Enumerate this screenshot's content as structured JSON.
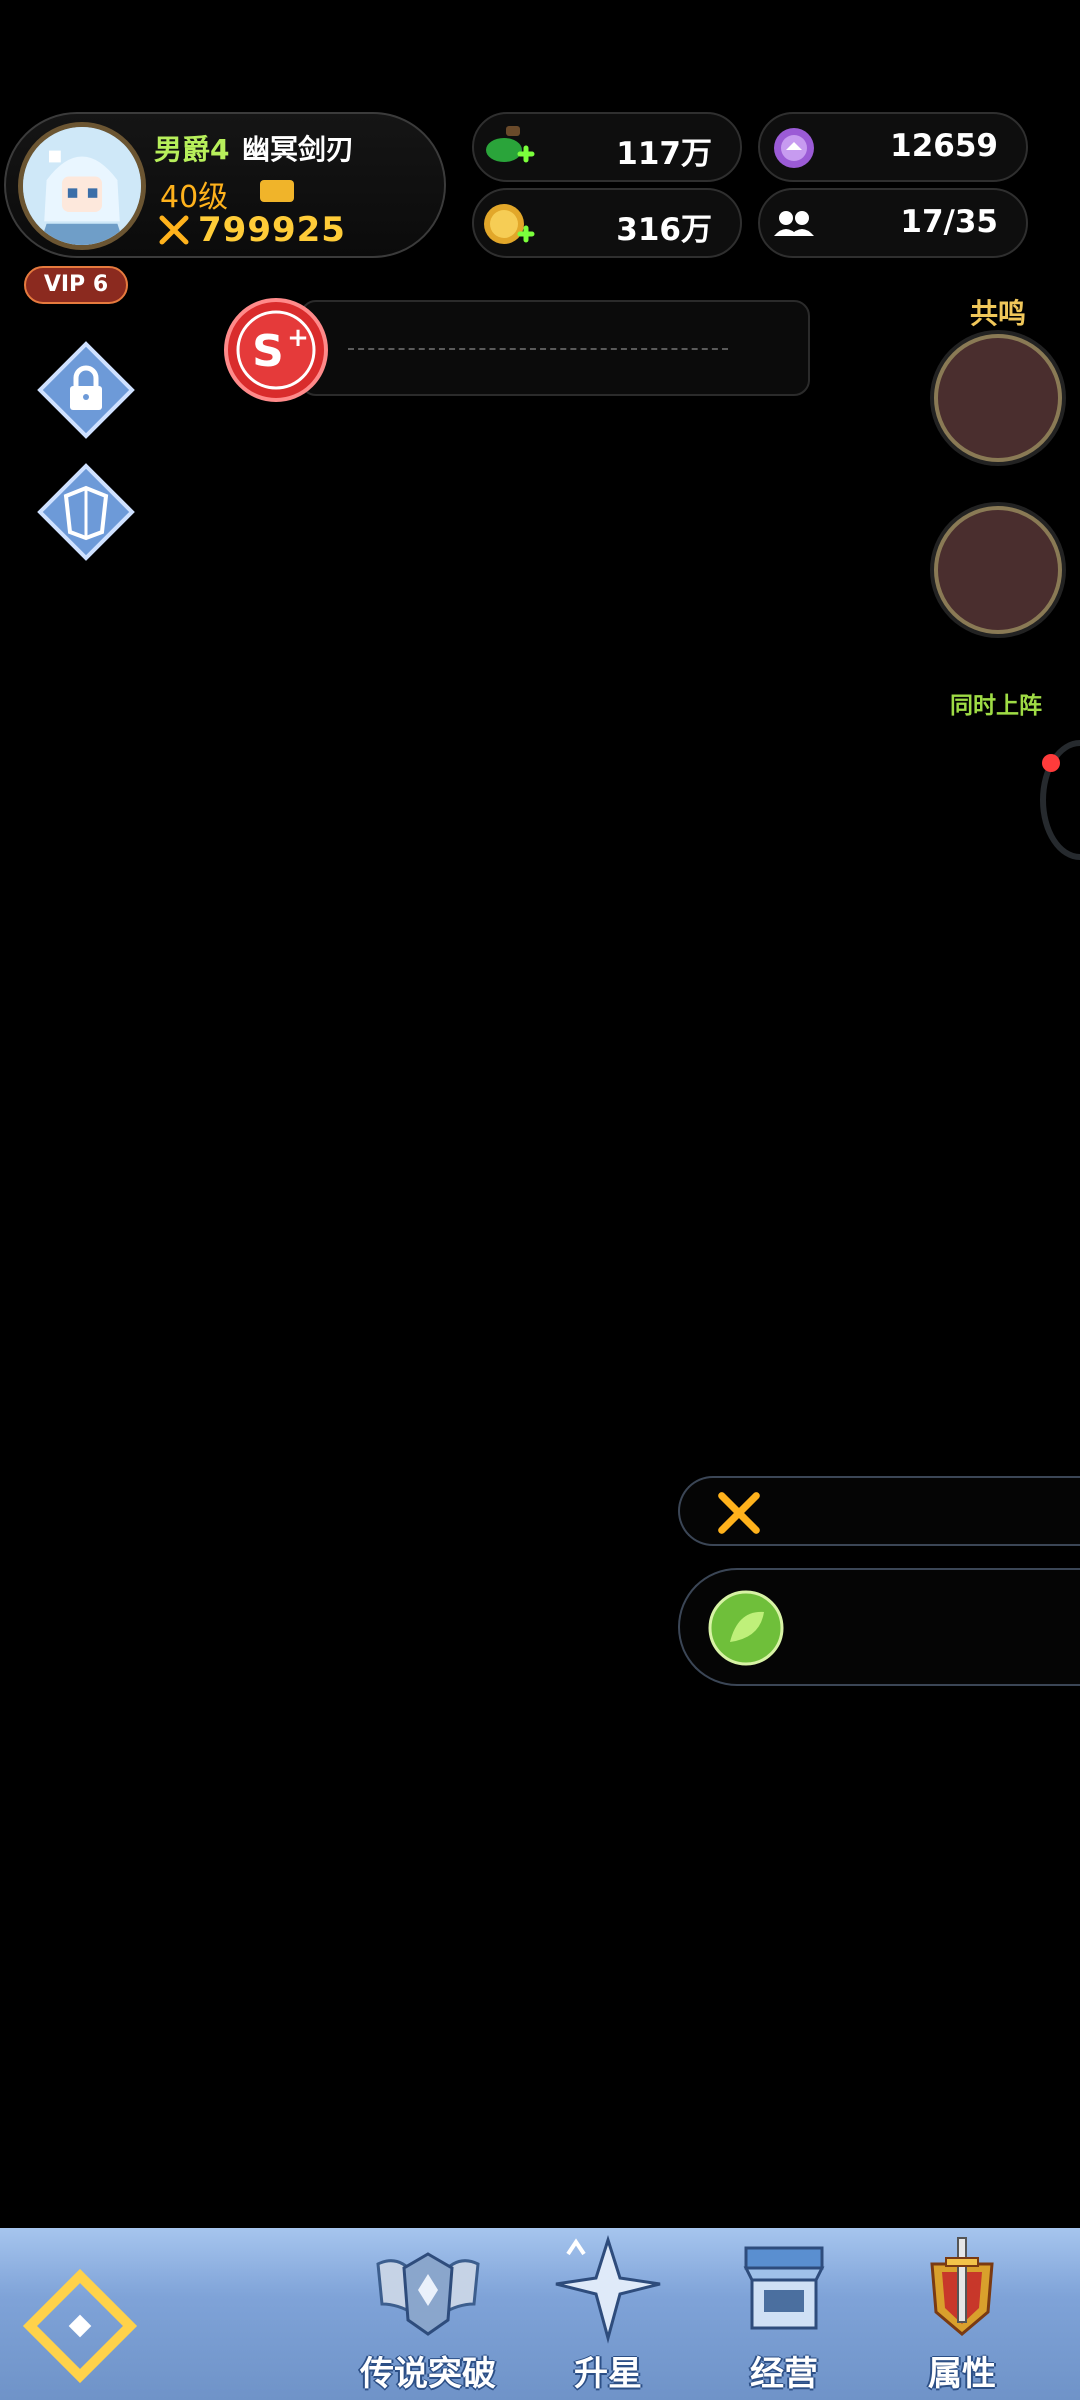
{
  "player": {
    "title_rank": "男爵4",
    "name": "幽冥剑刃",
    "level": "40级",
    "power": "799925",
    "vip": "VIP 6"
  },
  "resources": {
    "potion": "117万",
    "gem": "12659",
    "gold": "316万",
    "team": "17/35"
  },
  "right_panel": {
    "resonance_label": "共鸣",
    "simultaneous_label": "同时上阵"
  },
  "nav": {
    "items": [
      {
        "label": "传说突破"
      },
      {
        "label": "升星"
      },
      {
        "label": "经营"
      },
      {
        "label": "属性"
      }
    ]
  },
  "colors": {
    "level": "#ffb21c",
    "power": "#ffcc38",
    "rank": "#b7ef5b",
    "nav_bg": "#7fa3d8"
  }
}
